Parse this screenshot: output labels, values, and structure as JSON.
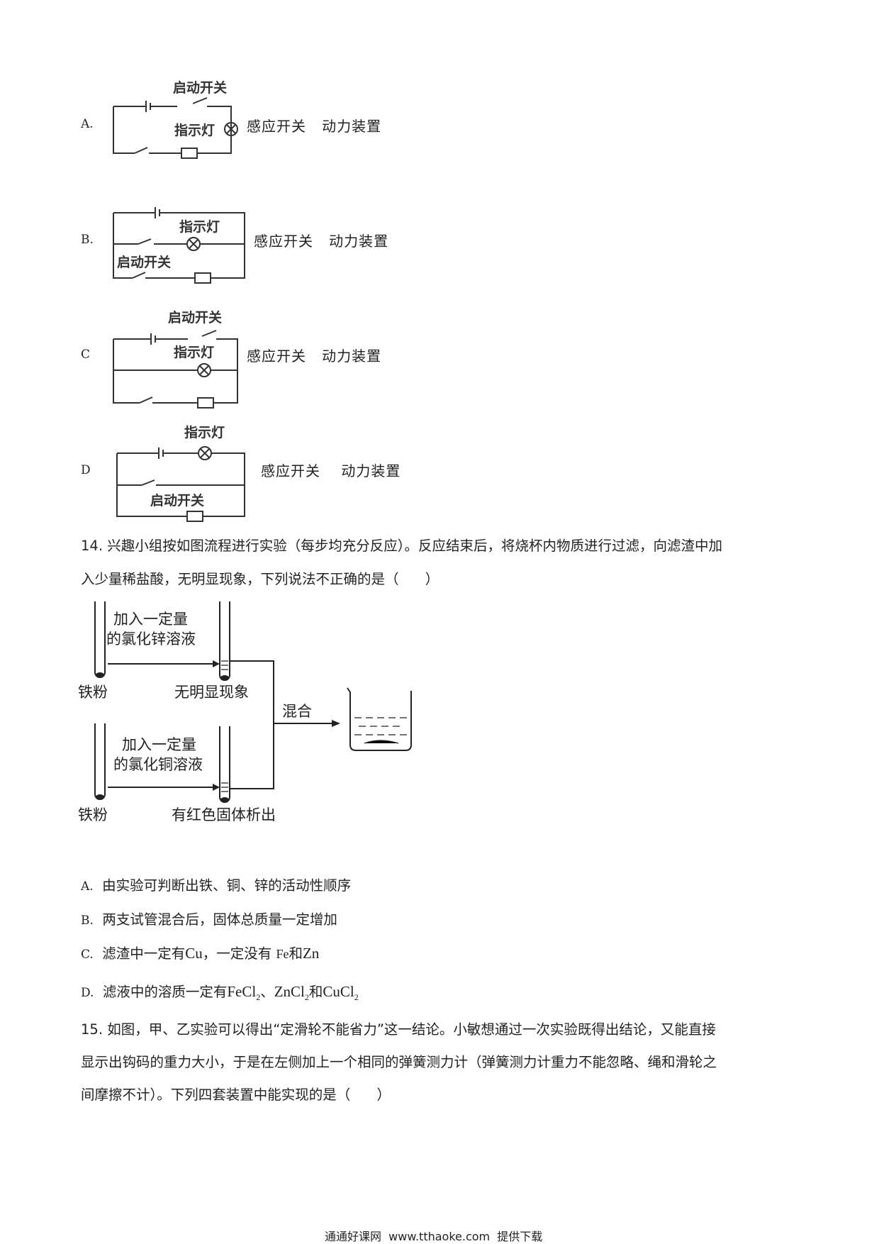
{
  "circuit_options": [
    {
      "letter": "A.",
      "labels": {
        "start_switch": "启动开关",
        "indicator": "指示灯"
      },
      "caption": "感应开关   动力装置"
    },
    {
      "letter": "B.",
      "labels": {
        "start_switch": "启动开关",
        "indicator": "指示灯"
      },
      "caption": "感应开关   动力装置"
    },
    {
      "letter": "C",
      "labels": {
        "start_switch": "启动开关",
        "indicator": "指示灯"
      },
      "caption": "感应开关   动力装置"
    },
    {
      "letter": "D",
      "labels": {
        "start_switch": "启动开关",
        "indicator": "指示灯"
      },
      "caption": "感应开关    动力装置"
    }
  ],
  "q14": {
    "line1": "14. 兴趣小组按如图流程进行实验（每步均充分反应）。反应结束后，将烧杯内物质进行过滤，向滤渣中加",
    "line2": "入少量稀盐酸，无明显现象，下列说法不正确的是（      ）",
    "diagram": {
      "top_add_1": "加入一定量",
      "top_add_2": "的氯化锌溶液",
      "top_left": "铁粉",
      "top_result": "无明显现象",
      "mix": "混合",
      "bottom_add_1": "加入一定量",
      "bottom_add_2": "的氯化铜溶液",
      "bottom_left": "铁粉",
      "bottom_result": "有红色固体析出"
    },
    "options": {
      "a": {
        "letter": "A.",
        "text": "由实验可判断出铁、铜、锌的活动性顺序"
      },
      "b": {
        "letter": "B.",
        "text": "两支试管混合后，固体总质量一定增加"
      },
      "c": {
        "letter": "C.",
        "t1": "滤渣中一定有",
        "cu": "Cu",
        "t2": "，一定没有",
        "fe": "Fe",
        "t3": "和",
        "zn": "Zn"
      },
      "d": {
        "letter": "D.",
        "t1": "滤液中的溶质一定有",
        "f1": "FeCl",
        "t2": "、",
        "f2": "ZnCl",
        "t3": "和",
        "f3": "CuCl",
        "sub": "2"
      }
    }
  },
  "q15": {
    "line1": "15. 如图，甲、乙实验可以得出“定滑轮不能省力”这一结论。小敏想通过一次实验既得出结论，又能直接",
    "line2": "显示出钩码的重力大小，于是在左侧加上一个相同的弹簧测力计（弹簧测力计重力不能忽略、绳和滑轮之",
    "line3": "间摩擦不计）。下列四套装置中能实现的是（      ）"
  },
  "footer": "通通好课网  www.tthaoke.com  提供下载"
}
